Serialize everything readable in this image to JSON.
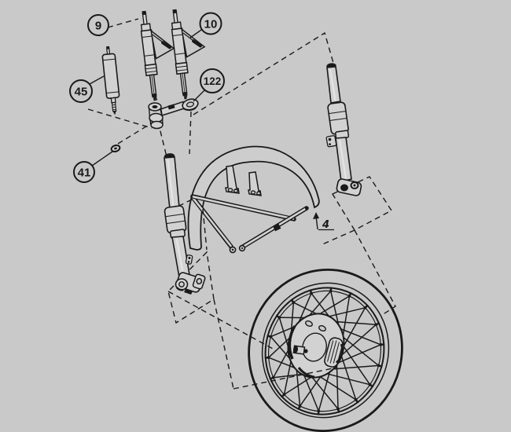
{
  "diagram": {
    "background_color": "#c9c9c9",
    "ink_color": "#1a1a1a",
    "part_fill_color": "#d2d2d2",
    "fender_fill_color": "#cdcdcd"
  },
  "callouts": [
    {
      "label": "9"
    },
    {
      "label": "10"
    },
    {
      "label": "45"
    },
    {
      "label": "122"
    },
    {
      "label": "41"
    }
  ],
  "annotation": {
    "label": "4"
  }
}
